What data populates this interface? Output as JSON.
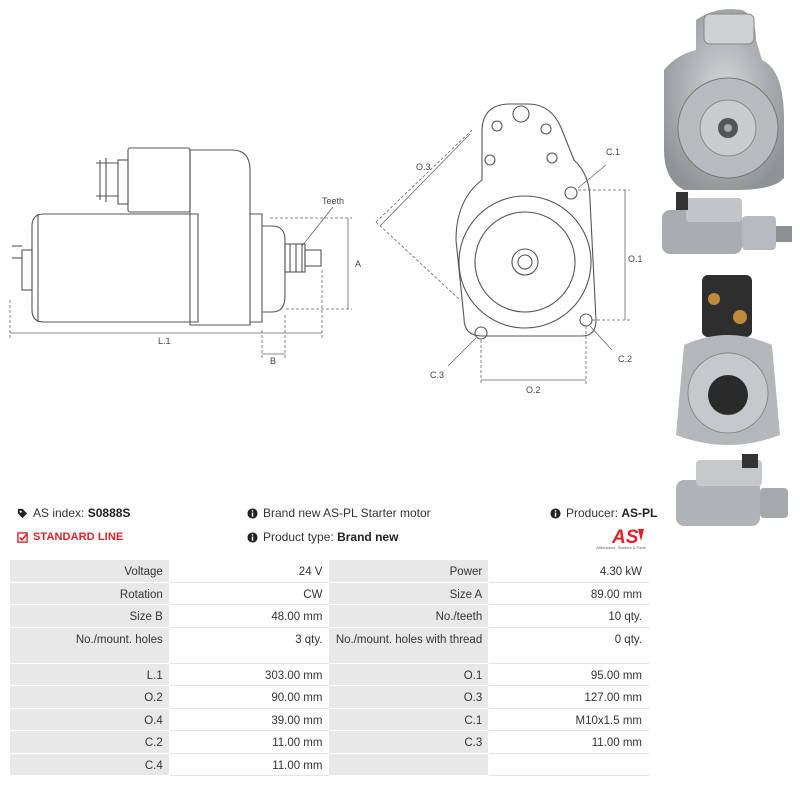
{
  "drawing": {
    "labels": {
      "teeth": "Teeth",
      "a": "A",
      "b": "B",
      "l1": "L.1",
      "o1": "O.1",
      "o2": "O.2",
      "o3": "O.3",
      "c1": "C.1",
      "c2": "C.2",
      "c3": "C.3"
    }
  },
  "header": {
    "as_index_label": "AS index:",
    "as_index_value": "S0888S",
    "standard_line": "STANDARD LINE",
    "description": "Brand new AS-PL Starter motor",
    "product_type_label": "Product type:",
    "product_type_value": "Brand new",
    "producer_label": "Producer:",
    "producer_value": "AS-PL",
    "logo_text": "AS",
    "logo_subtext": "Alternators, Starters & Parts"
  },
  "specs": {
    "rows": [
      {
        "k1": "Voltage",
        "v1": "24 V",
        "k2": "Power",
        "v2": "4.30 kW"
      },
      {
        "k1": "Rotation",
        "v1": "CW",
        "k2": "Size A",
        "v2": "89.00 mm"
      },
      {
        "k1": "Size B",
        "v1": "48.00 mm",
        "k2": "No./teeth",
        "v2": "10 qty."
      },
      {
        "k1": "No./mount. holes",
        "v1": "3 qty.",
        "k2": "No./mount. holes with thread",
        "v2": "0 qty."
      },
      {
        "k1": "L.1",
        "v1": "303.00 mm",
        "k2": "O.1",
        "v2": "95.00 mm"
      },
      {
        "k1": "O.2",
        "v1": "90.00 mm",
        "k2": "O.3",
        "v2": "127.00 mm"
      },
      {
        "k1": "O.4",
        "v1": "39.00 mm",
        "k2": "C.1",
        "v2": "M10x1.5 mm"
      },
      {
        "k1": "C.2",
        "v1": "11.00 mm",
        "k2": "C.3",
        "v2": "11.00 mm"
      },
      {
        "k1": "C.4",
        "v1": "11.00 mm",
        "k2": "",
        "v2": ""
      }
    ]
  },
  "colors": {
    "accent_red": "#e02228",
    "key_cell_bg": "#e8e8e8"
  }
}
